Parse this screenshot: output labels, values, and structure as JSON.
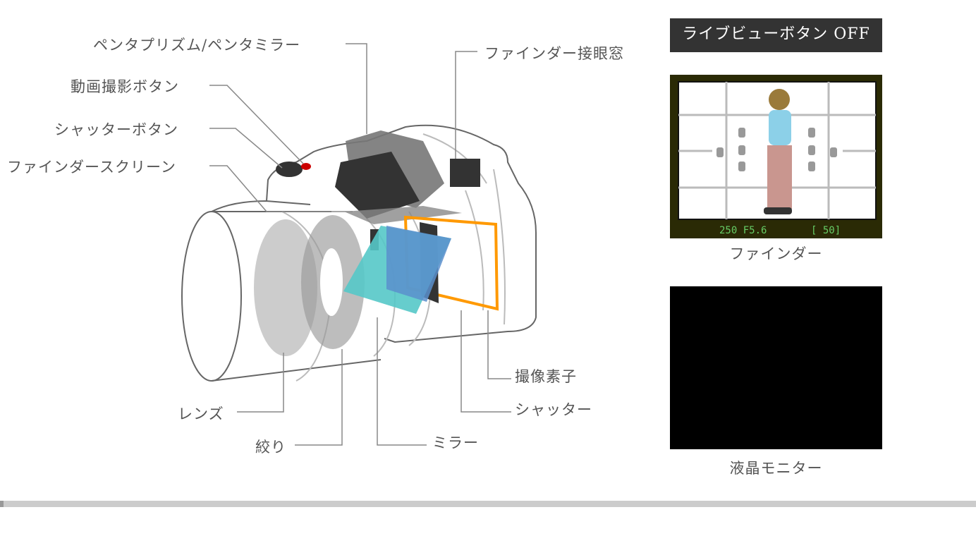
{
  "labels": {
    "pentaprism": "ペンタプリズム/ペンタミラー",
    "movie_button": "動画撮影ボタン",
    "shutter_button": "シャッターボタン",
    "finder_screen": "ファインダースクリーン",
    "eyepiece": "ファインダー接眼窓",
    "sensor": "撮像素子",
    "shutter": "シャッター",
    "mirror": "ミラー",
    "aperture": "絞り",
    "lens": "レンズ"
  },
  "live_view_button": "ライブビューボタン OFF",
  "finder_caption": "ファインダー",
  "monitor_caption": "液晶モニター",
  "scroll_progress": 0,
  "colors": {
    "sensor": "#ff9900",
    "mirror": "#55c8c8",
    "mirror2": "#5b8fcc",
    "button_bg": "#333333"
  }
}
